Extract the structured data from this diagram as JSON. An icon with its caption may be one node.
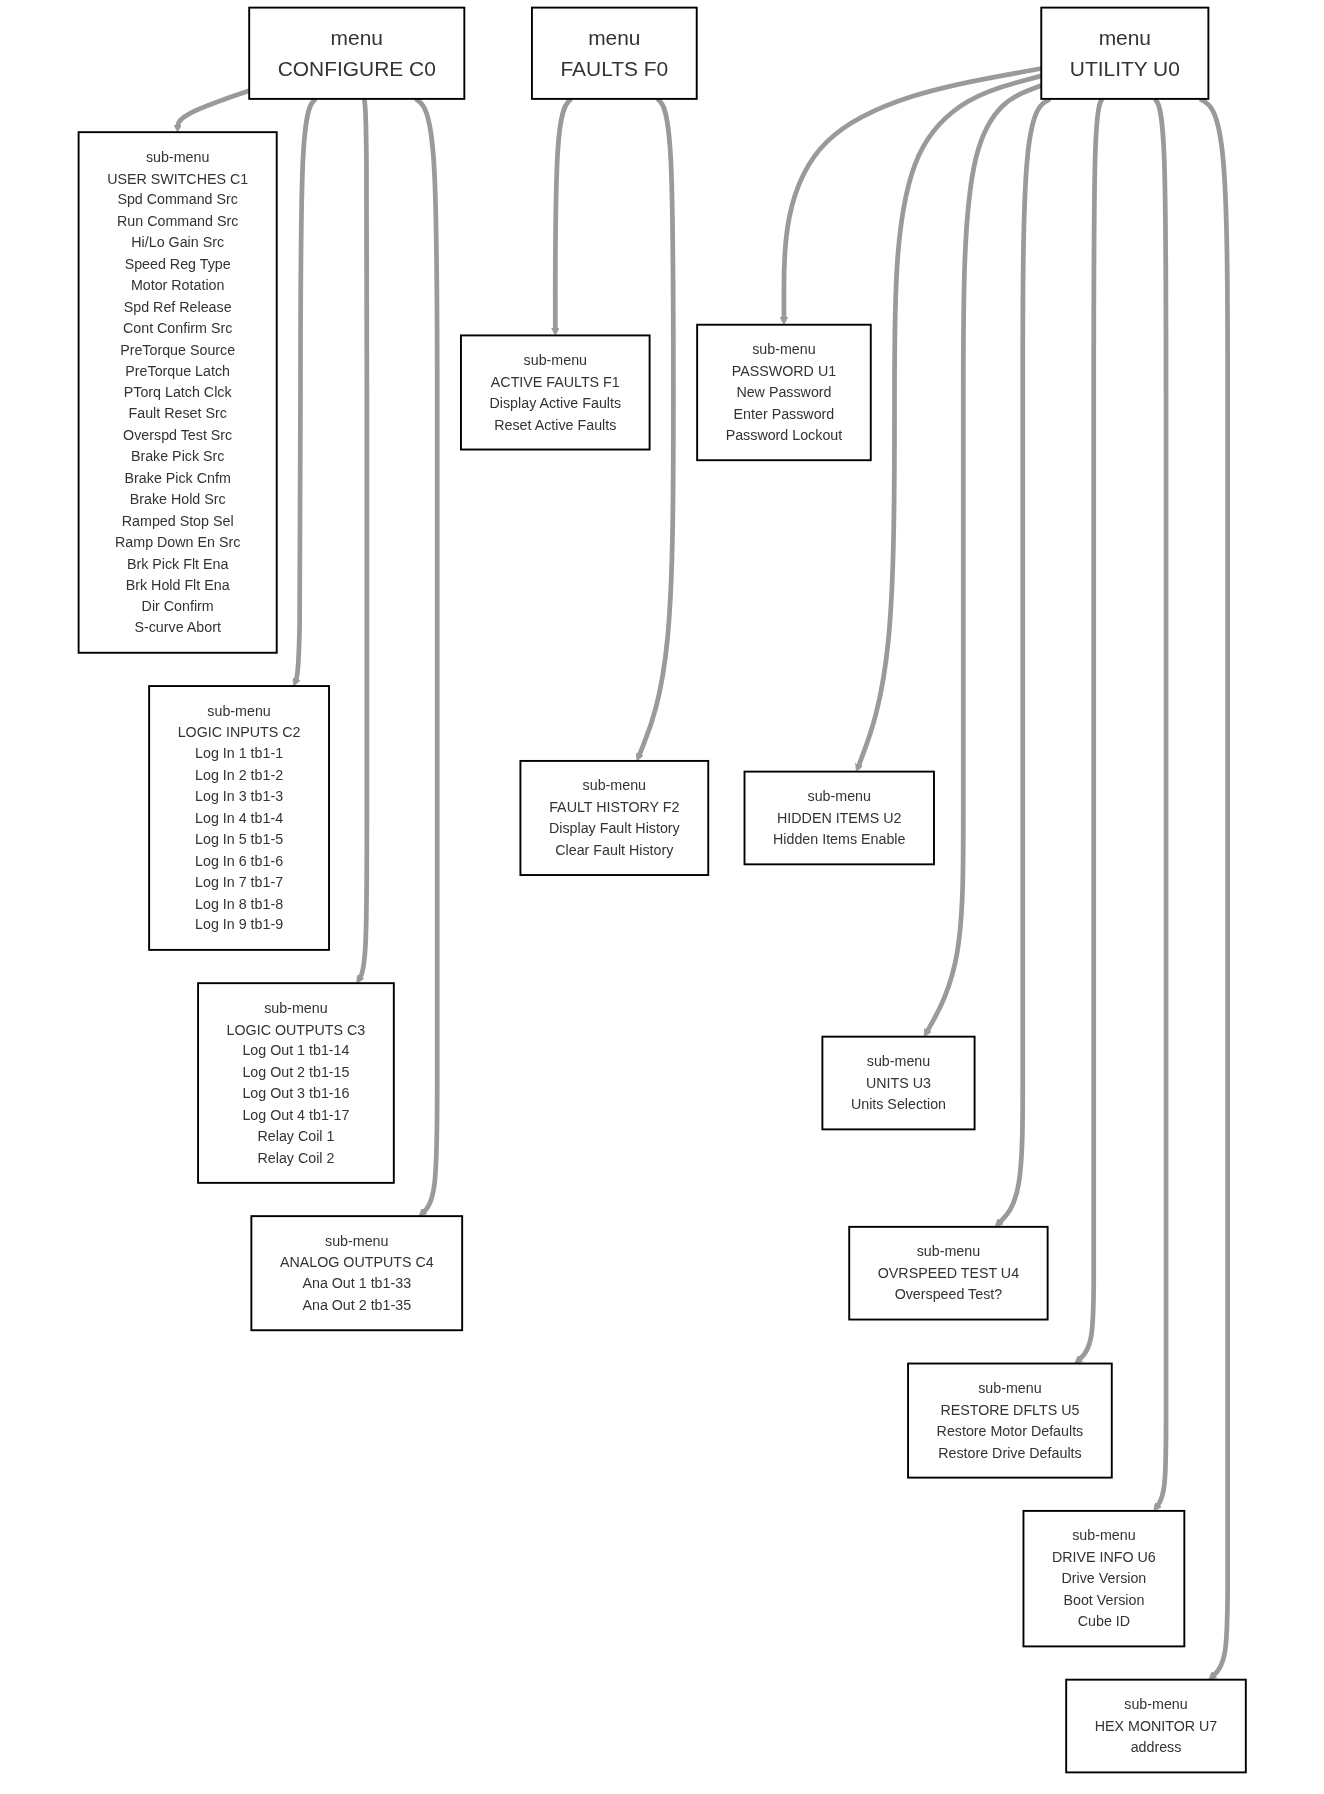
{
  "diagram": {
    "nodes": [
      {
        "text": [
          "menu",
          "CONFIGURE C0"
        ]
      },
      {
        "text": [
          "sub-menu",
          "USER SWITCHES C1",
          "Spd Command Src",
          "Run Command Src",
          "Hi/Lo Gain Src",
          "Speed Reg Type",
          "Motor Rotation",
          "Spd Ref Release",
          "Cont Confirm Src",
          "PreTorque Source",
          "PreTorque Latch",
          "PTorq Latch Clck",
          "Fault Reset Src",
          "Overspd Test Src",
          "Brake Pick Src",
          "Brake Pick Cnfm",
          "Brake Hold Src",
          "Ramped Stop Sel",
          "Ramp Down En Src",
          "Brk Pick Flt Ena",
          "Brk Hold Flt Ena",
          "Dir Confirm",
          "S-curve Abort"
        ]
      },
      {
        "text": [
          "sub-menu",
          "LOGIC INPUTS C2",
          "Log In 1 tb1-1",
          "Log In 2 tb1-2",
          "Log In 3 tb1-3",
          "Log In 4 tb1-4",
          "Log In 5 tb1-5",
          "Log In 6 tb1-6",
          "Log In 7 tb1-7",
          "Log In 8 tb1-8",
          "Log In 9 tb1-9"
        ]
      },
      {
        "text": [
          "sub-menu",
          "LOGIC OUTPUTS C3",
          "Log Out 1 tb1-14",
          "Log Out 2 tb1-15",
          "Log Out 3 tb1-16",
          "Log Out 4 tb1-17",
          "Relay Coil 1",
          "Relay Coil 2"
        ]
      },
      {
        "text": [
          "sub-menu",
          "ANALOG OUTPUTS C4",
          "Ana Out 1 tb1-33",
          "Ana Out 2 tb1-35"
        ]
      },
      {
        "text": [
          "menu",
          "UTILITY U0"
        ]
      },
      {
        "text": [
          "sub-menu",
          "PASSWORD U1",
          "New Password",
          "Enter Password",
          "Password Lockout"
        ]
      },
      {
        "text": [
          "sub-menu",
          "HIDDEN ITEMS U2",
          "Hidden Items Enable"
        ]
      },
      {
        "text": [
          "sub-menu",
          "UNITS U3",
          "Units Selection"
        ]
      },
      {
        "text": [
          "sub-menu",
          "OVRSPEED TEST U4",
          "Overspeed Test?"
        ]
      },
      {
        "text": [
          "sub-menu",
          "RESTORE DFLTS U5",
          "Restore Motor Defaults",
          "Restore Drive Defaults"
        ]
      },
      {
        "text": [
          "sub-menu",
          "DRIVE INFO U6",
          "Drive Version",
          "Boot Version",
          "Cube ID"
        ]
      },
      {
        "text": [
          "sub-menu",
          "HEX MONITOR U7",
          "address"
        ]
      },
      {
        "text": [
          "menu",
          "FAULTS F0"
        ]
      },
      {
        "text": [
          "sub-menu",
          "ACTIVE FAULTS F1",
          "Display Active Faults",
          "Reset Active Faults"
        ]
      },
      {
        "text": [
          "sub-menu",
          "FAULT HISTORY F2",
          "Display Fault History",
          "Clear Fault History"
        ]
      }
    ],
    "edges": [
      {
        "from": 0,
        "to": 1,
        "arrow": "to"
      },
      {
        "from": 0,
        "to": 2,
        "arrow": "to"
      },
      {
        "from": 0,
        "to": 3,
        "arrow": "to"
      },
      {
        "from": 0,
        "to": 4,
        "arrow": "to"
      },
      {
        "from": 5,
        "to": 6,
        "arrow": "to"
      },
      {
        "from": 5,
        "to": 7,
        "arrow": "to"
      },
      {
        "from": 5,
        "to": 8,
        "arrow": "to"
      },
      {
        "from": 5,
        "to": 9,
        "arrow": "to"
      },
      {
        "from": 5,
        "to": 10,
        "arrow": "to"
      },
      {
        "from": 5,
        "to": 11,
        "arrow": "to"
      },
      {
        "from": 5,
        "to": 12,
        "arrow": "to"
      },
      {
        "from": 13,
        "to": 14,
        "arrow": "to"
      },
      {
        "from": 13,
        "to": 15,
        "arrow": "to"
      }
    ]
  }
}
